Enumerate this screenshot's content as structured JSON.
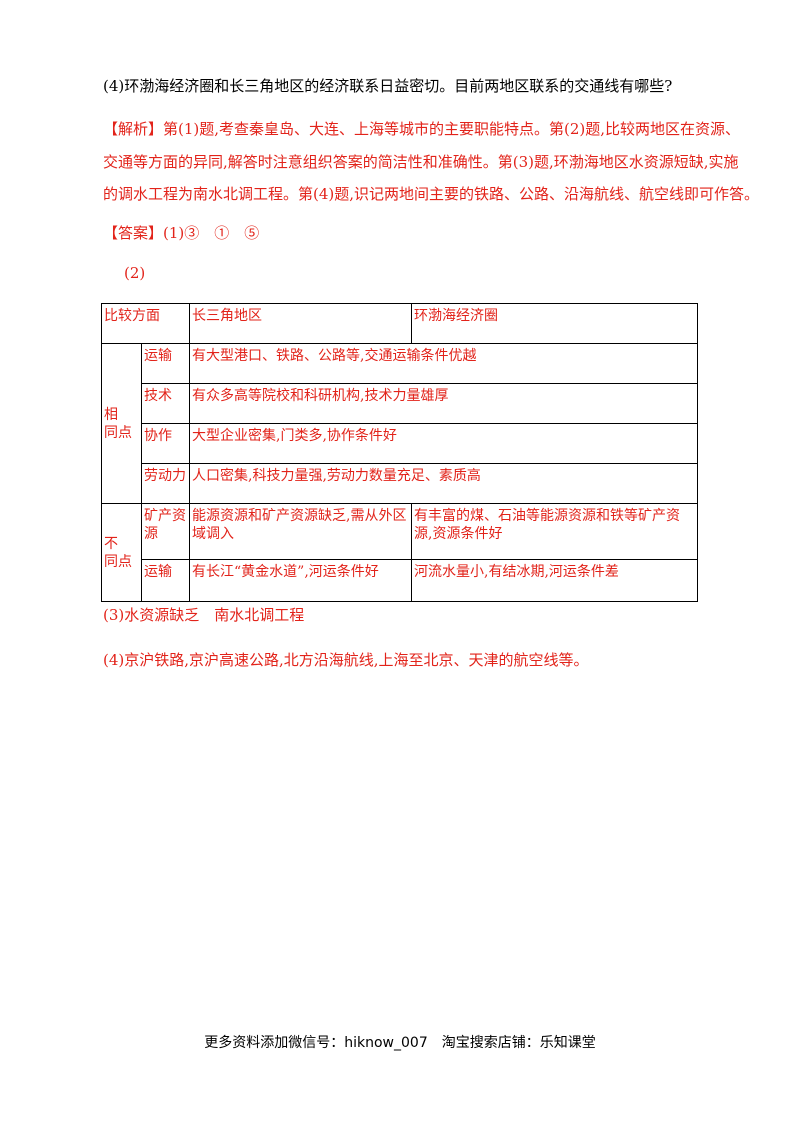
{
  "question4": "(4)环渤海经济圈和长三角地区的经济联系日益密切。目前两地区联系的交通线有哪些?",
  "analysis": {
    "tag": "【解析】",
    "lines": [
      "第(1)题,考查秦皇岛、大连、上海等城市的主要职能特点。第(2)题,比较两地区在资源、",
      "交通等方面的异同,解答时注意组织答案的简洁性和准确性。第(3)题,环渤海地区水资源短缺,实施",
      "的调水工程为南水北调工程。第(4)题,识记两地间主要的铁路、公路、沿海航线、航空线即可作答。"
    ]
  },
  "answer": {
    "tag": "【答案】",
    "part1": "(1)③　①　⑤",
    "part2_label": "(2)",
    "table": {
      "headers": [
        "比较方面",
        "长三角地区",
        "环渤海经济圈"
      ],
      "same_label": "相　同点",
      "same_rows": [
        {
          "aspect": "运输",
          "value": "有大型港口、铁路、公路等,交通运输条件优越"
        },
        {
          "aspect": "技术",
          "value": "有众多高等院校和科研机构,技术力量雄厚"
        },
        {
          "aspect": "协作",
          "value": "大型企业密集,门类多,协作条件好"
        },
        {
          "aspect": "劳动力",
          "value": "人口密集,科技力量强,劳动力数量充足、素质高"
        }
      ],
      "diff_label": "不　同点",
      "diff_rows": [
        {
          "aspect": "矿产资源",
          "yrd": "能源资源和矿产资源缺乏,需从外区域调入",
          "bohai": "有丰富的煤、石油等能源资源和铁等矿产资源,资源条件好"
        },
        {
          "aspect": "运输",
          "yrd": "有长江“黄金水道”,河运条件好",
          "bohai": "河流水量小,有结冰期,河运条件差"
        }
      ]
    },
    "part3": "(3)水资源缺乏　南水北调工程",
    "part4": "(4)京沪铁路,京沪高速公路,北方沿海航线,上海至北京、天津的航空线等。"
  },
  "footer": "更多资料添加微信号：hiknow_007　淘宝搜索店铺：乐知课堂"
}
